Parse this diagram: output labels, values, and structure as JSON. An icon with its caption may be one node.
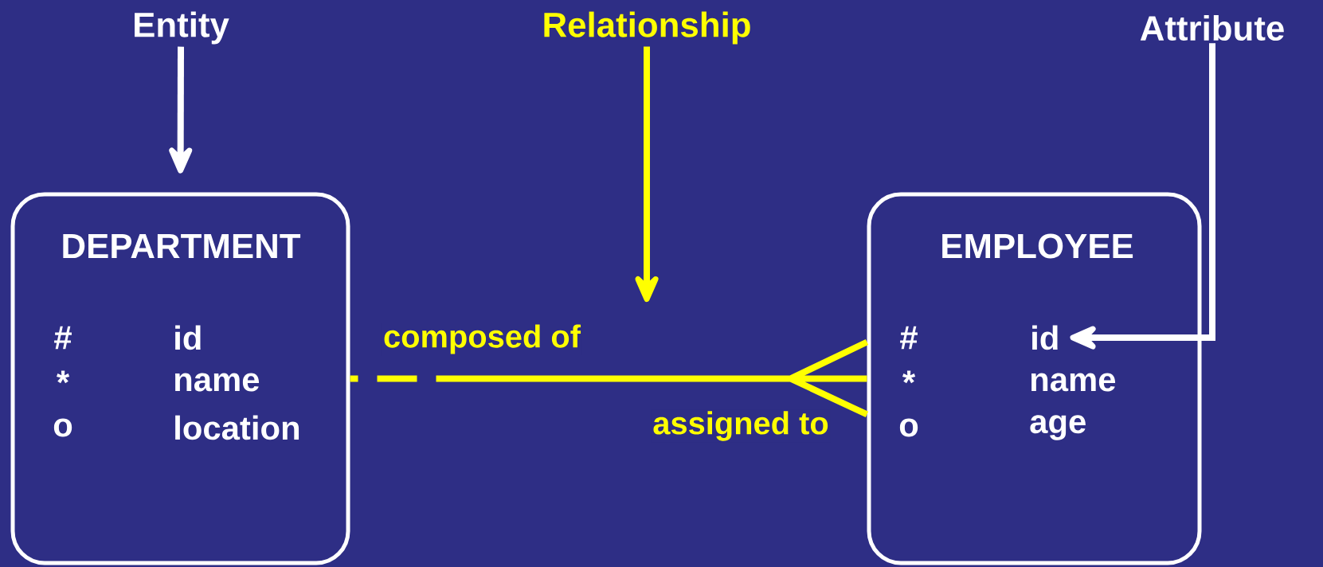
{
  "diagram": {
    "nodes": [
      {
        "text": [
          "Entity"
        ]
      },
      {
        "text": [
          "Relationship"
        ]
      },
      {
        "text": [
          "Attribute"
        ]
      },
      {
        "text": [
          "DEPARTMENT",
          "#",
          "id",
          "*",
          "name",
          "o",
          "location"
        ]
      },
      {
        "text": [
          "EMPLOYEE",
          "#",
          "*",
          "name",
          "o",
          "age"
        ]
      },
      {
        "text": [
          "id"
        ],
        "in": 4
      }
    ],
    "edges": [
      {
        "from": 0,
        "to": 3,
        "arrow": "to"
      },
      {
        "from": 1,
        "to": null,
        "arrow": "to",
        "color": "#ffff00"
      },
      {
        "from": 2,
        "to": 5,
        "arrow": "to"
      },
      {
        "from": 3,
        "to": 4,
        "arrow": "other",
        "label": "composed of",
        "style": "dashed",
        "color": "#ffff00"
      }
    ],
    "labels": [
      "assigned to"
    ]
  }
}
